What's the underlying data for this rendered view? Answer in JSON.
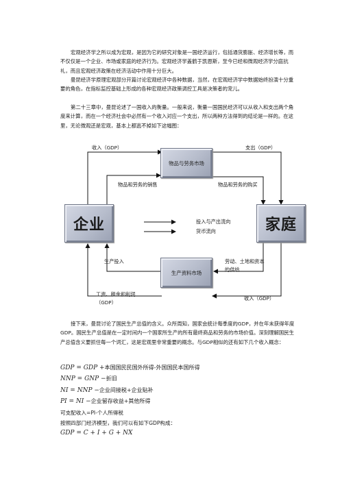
{
  "paragraphs": {
    "p1": "宏观经济学之所以成为宏观，是因为它的研究对象是一国经济运行，包括通货膨胀、经济增长等，而不仅仅是一个企业、市场或家庭的经济行为。宏观经济学盖鹤于凯恩斯，至今已经和微观经济学分庭抗礼，而且宏观经济政策在经济活动中作用十分巨大。",
    "p2": "曼昆经济学原理宏观部分开篇讨论宏观经济中各种数据，当然，在宏观经济学中数据始终扮演十分重要的角色，在指标监控基础上形成的各种宏观经济政策调控工具是决策者的宠儿。",
    "p3": "第二十三章中，曼昆论述了一国收入的衡量。一般来说，衡量一国国民经济可以从收入和支出两个角度来计算，而在一个经济社会中必然有一个收入对应一个支出，所以两种方法得到的结论是一样的。在这里，无论微观还是宏观，基本上都逃不掉如下这幅图：",
    "p4": "接下来，曼昆讨论了国民生产总值的含义。众所周知，国家会统计每季度的GDP，并在年末获得年度GDP。国民生产总值是在一定时间内一个国家所生产的所有最终商品和劳务的市场价值。深刻理解国民生产总值含义要抓住每一个词汇，这是宏观里非常重要的概念。与GDP相似的还有如下几个收入概念："
  },
  "diagram": {
    "goods_market": "物品与劳务市场",
    "factor_market": "生产资料市场",
    "firms": "企业",
    "households": "家庭",
    "income_top": "收入（GDP）",
    "spending_top": "支出（GDP）",
    "goods_sold": "物品和劳务的销售",
    "goods_bought": "物品和劳务的购买",
    "legend_flow": "投入与产出流向",
    "legend_money": "货币流向",
    "production_inputs": "生产投入",
    "factors_supply": "劳动、土地和资本的供给",
    "wages": "工资、租金和利润（GDP）",
    "income_bottom": "收入（GDP）"
  },
  "formulas": {
    "f1_lhs": "GDP = GDP +",
    "f1_rhs": "本国国民民国外所得-外国国民本国所得",
    "f2_lhs": "NNP = GNP −",
    "f2_rhs": "折旧",
    "f3_lhs": "NI = NNP −",
    "f3_rhs": "企业间接税+企业贴补",
    "f4_lhs": "PI = NI −",
    "f4_rhs": "企业留存收益+其他所得",
    "f5": "可支配收入=PI-个人所得税",
    "f6": "按照四部门经济模型，我们可以有如下GDP构成：",
    "f7": "GDP = C + I + G + NX"
  }
}
